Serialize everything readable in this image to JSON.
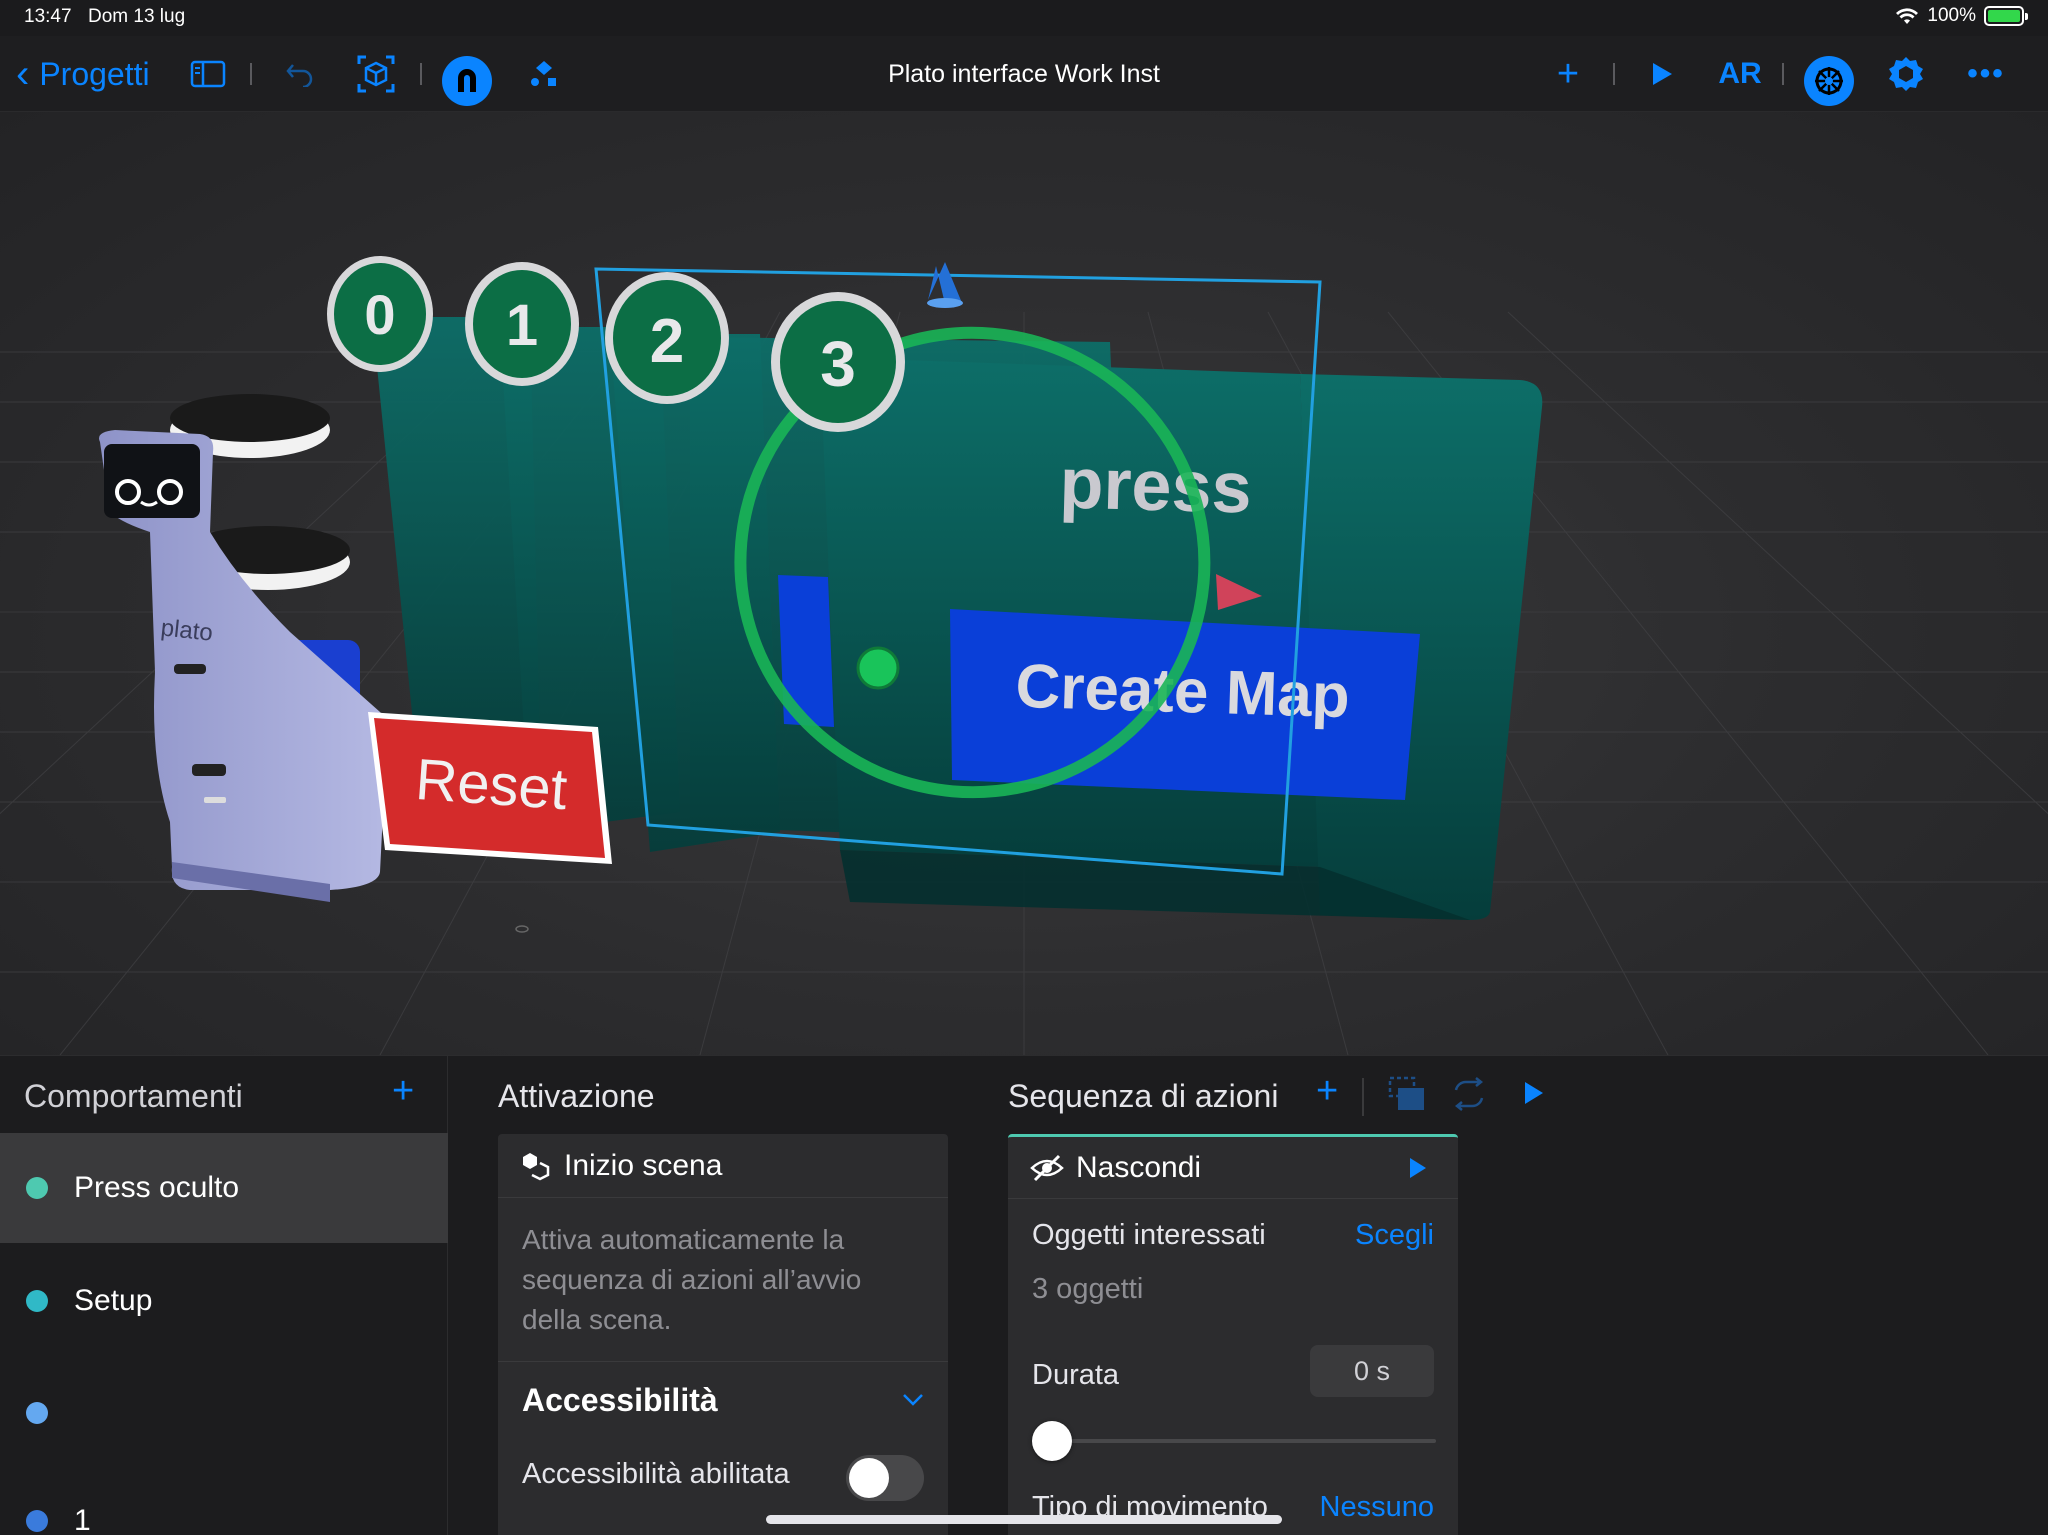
{
  "status": {
    "time": "13:47",
    "date": "Dom 13 lug",
    "battery": "100%"
  },
  "toolbar": {
    "back_label": "Progetti",
    "title": "Plato interface Work Inst",
    "ar_label": "AR"
  },
  "scene": {
    "step_badges": [
      "0",
      "1",
      "2",
      "3"
    ],
    "press_text": "press",
    "create_map_label": "Create Map",
    "reset_label": "Reset",
    "robot_brand": "plato"
  },
  "behaviors": {
    "title": "Comportamenti",
    "items": [
      {
        "label": "Press oculto",
        "color": "#4ec9b0",
        "selected": true
      },
      {
        "label": "Setup",
        "color": "#30b9c7"
      },
      {
        "label": "",
        "color": "#64a8f0"
      },
      {
        "label": "1",
        "color": "#3a7bdc"
      }
    ]
  },
  "activation": {
    "title": "Attivazione",
    "trigger_label": "Inizio scena",
    "description": "Attiva automaticamente la sequenza di azioni all’avvio della scena.",
    "accessibility_title": "Accessibilità",
    "accessibility_toggle_label": "Accessibilità abilitata",
    "accessibility_enabled": false
  },
  "actions": {
    "title": "Sequenza di azioni",
    "action_label": "Nascondi",
    "objects_label": "Oggetti interessati",
    "objects_choose": "Scegli",
    "objects_count": "3 oggetti",
    "duration_label": "Durata",
    "duration_value": "0 s",
    "duration_fraction": 0,
    "movement_label": "Tipo di movimento",
    "movement_value": "Nessuno"
  }
}
